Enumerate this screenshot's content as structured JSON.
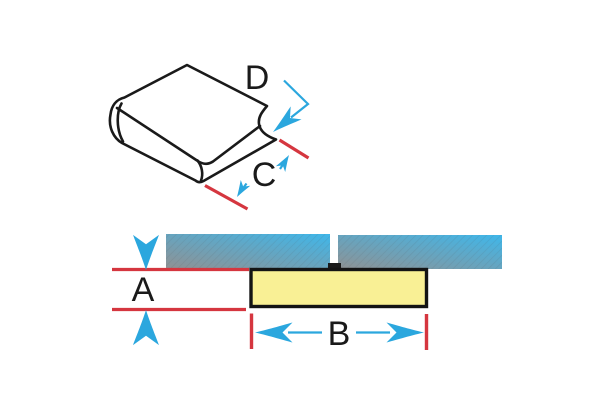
{
  "diagram": {
    "isometric_view": {
      "label_d": "D",
      "label_c": "C"
    },
    "section_view": {
      "label_a": "A",
      "label_b": "B"
    },
    "colors": {
      "dimension_red": "#D5363F",
      "arrow_blue": "#2BA7DE",
      "body_yellow": "#F9F095",
      "pad_gray": "#8F9294",
      "pad_cyan": "#3FB7EA",
      "outline_black": "#1A1A1A",
      "background": "#FFFFFF"
    }
  }
}
